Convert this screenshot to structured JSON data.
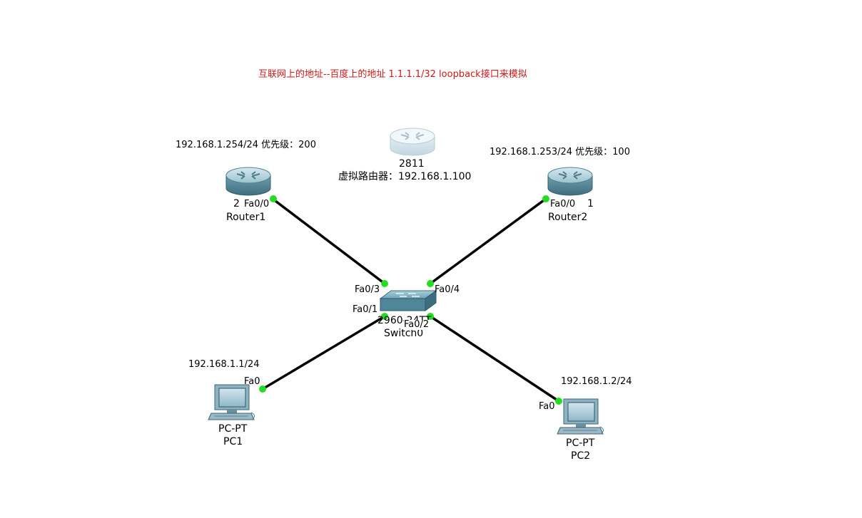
{
  "note": "互联网上的地址--百度上的地址 1.1.1.1/32  loopback接口来模拟",
  "virtual_router": {
    "model": "2811",
    "label": "虚拟路由器：192.168.1.100"
  },
  "router1": {
    "addr": "192.168.1.254/24  优先级：200",
    "prefix": "2",
    "port": "Fa0/0",
    "name": "Router1"
  },
  "router2": {
    "addr": "192.168.1.253/24  优先级：100",
    "port": "Fa0/0",
    "suffix": "1",
    "name": "Router2"
  },
  "switch0": {
    "model": "2960-24TT",
    "name": "Switch0",
    "ports": [
      "Fa0/3",
      "Fa0/4",
      "Fa0/1",
      "Fa0/2"
    ]
  },
  "pc1": {
    "addr": "192.168.1.1/24",
    "port": "Fa0",
    "model": "PC-PT",
    "name": "PC1"
  },
  "pc2": {
    "addr": "192.168.1.2/24",
    "port": "Fa0",
    "model": "PC-PT",
    "name": "PC2"
  },
  "colors": {
    "link": "#000000",
    "port_dot": "#22dd22",
    "note": "#cc1a1a"
  }
}
